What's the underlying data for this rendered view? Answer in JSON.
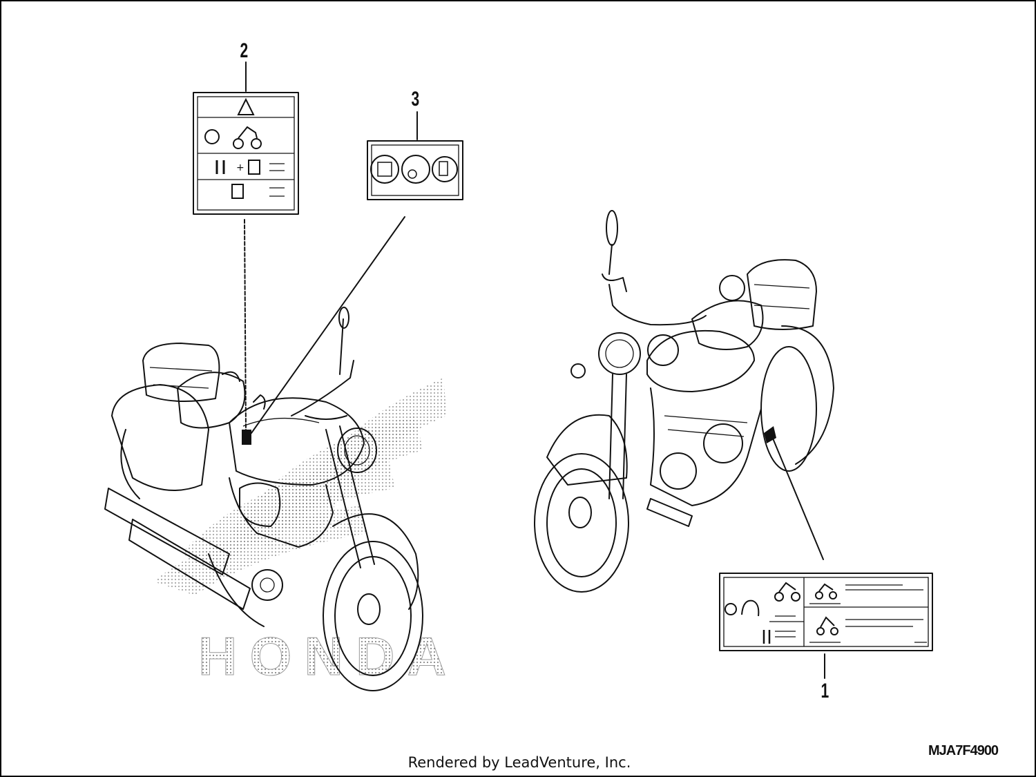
{
  "callouts": {
    "label_1": "1",
    "label_2": "2",
    "label_3": "3"
  },
  "brand_watermark": "HONDA",
  "footer": {
    "credit": "Rendered by LeadVenture, Inc.",
    "diagram_code": "MJA7F4900"
  },
  "colors": {
    "line": "#111111",
    "background": "#ffffff",
    "watermark_dots": "#9a9a9a"
  }
}
